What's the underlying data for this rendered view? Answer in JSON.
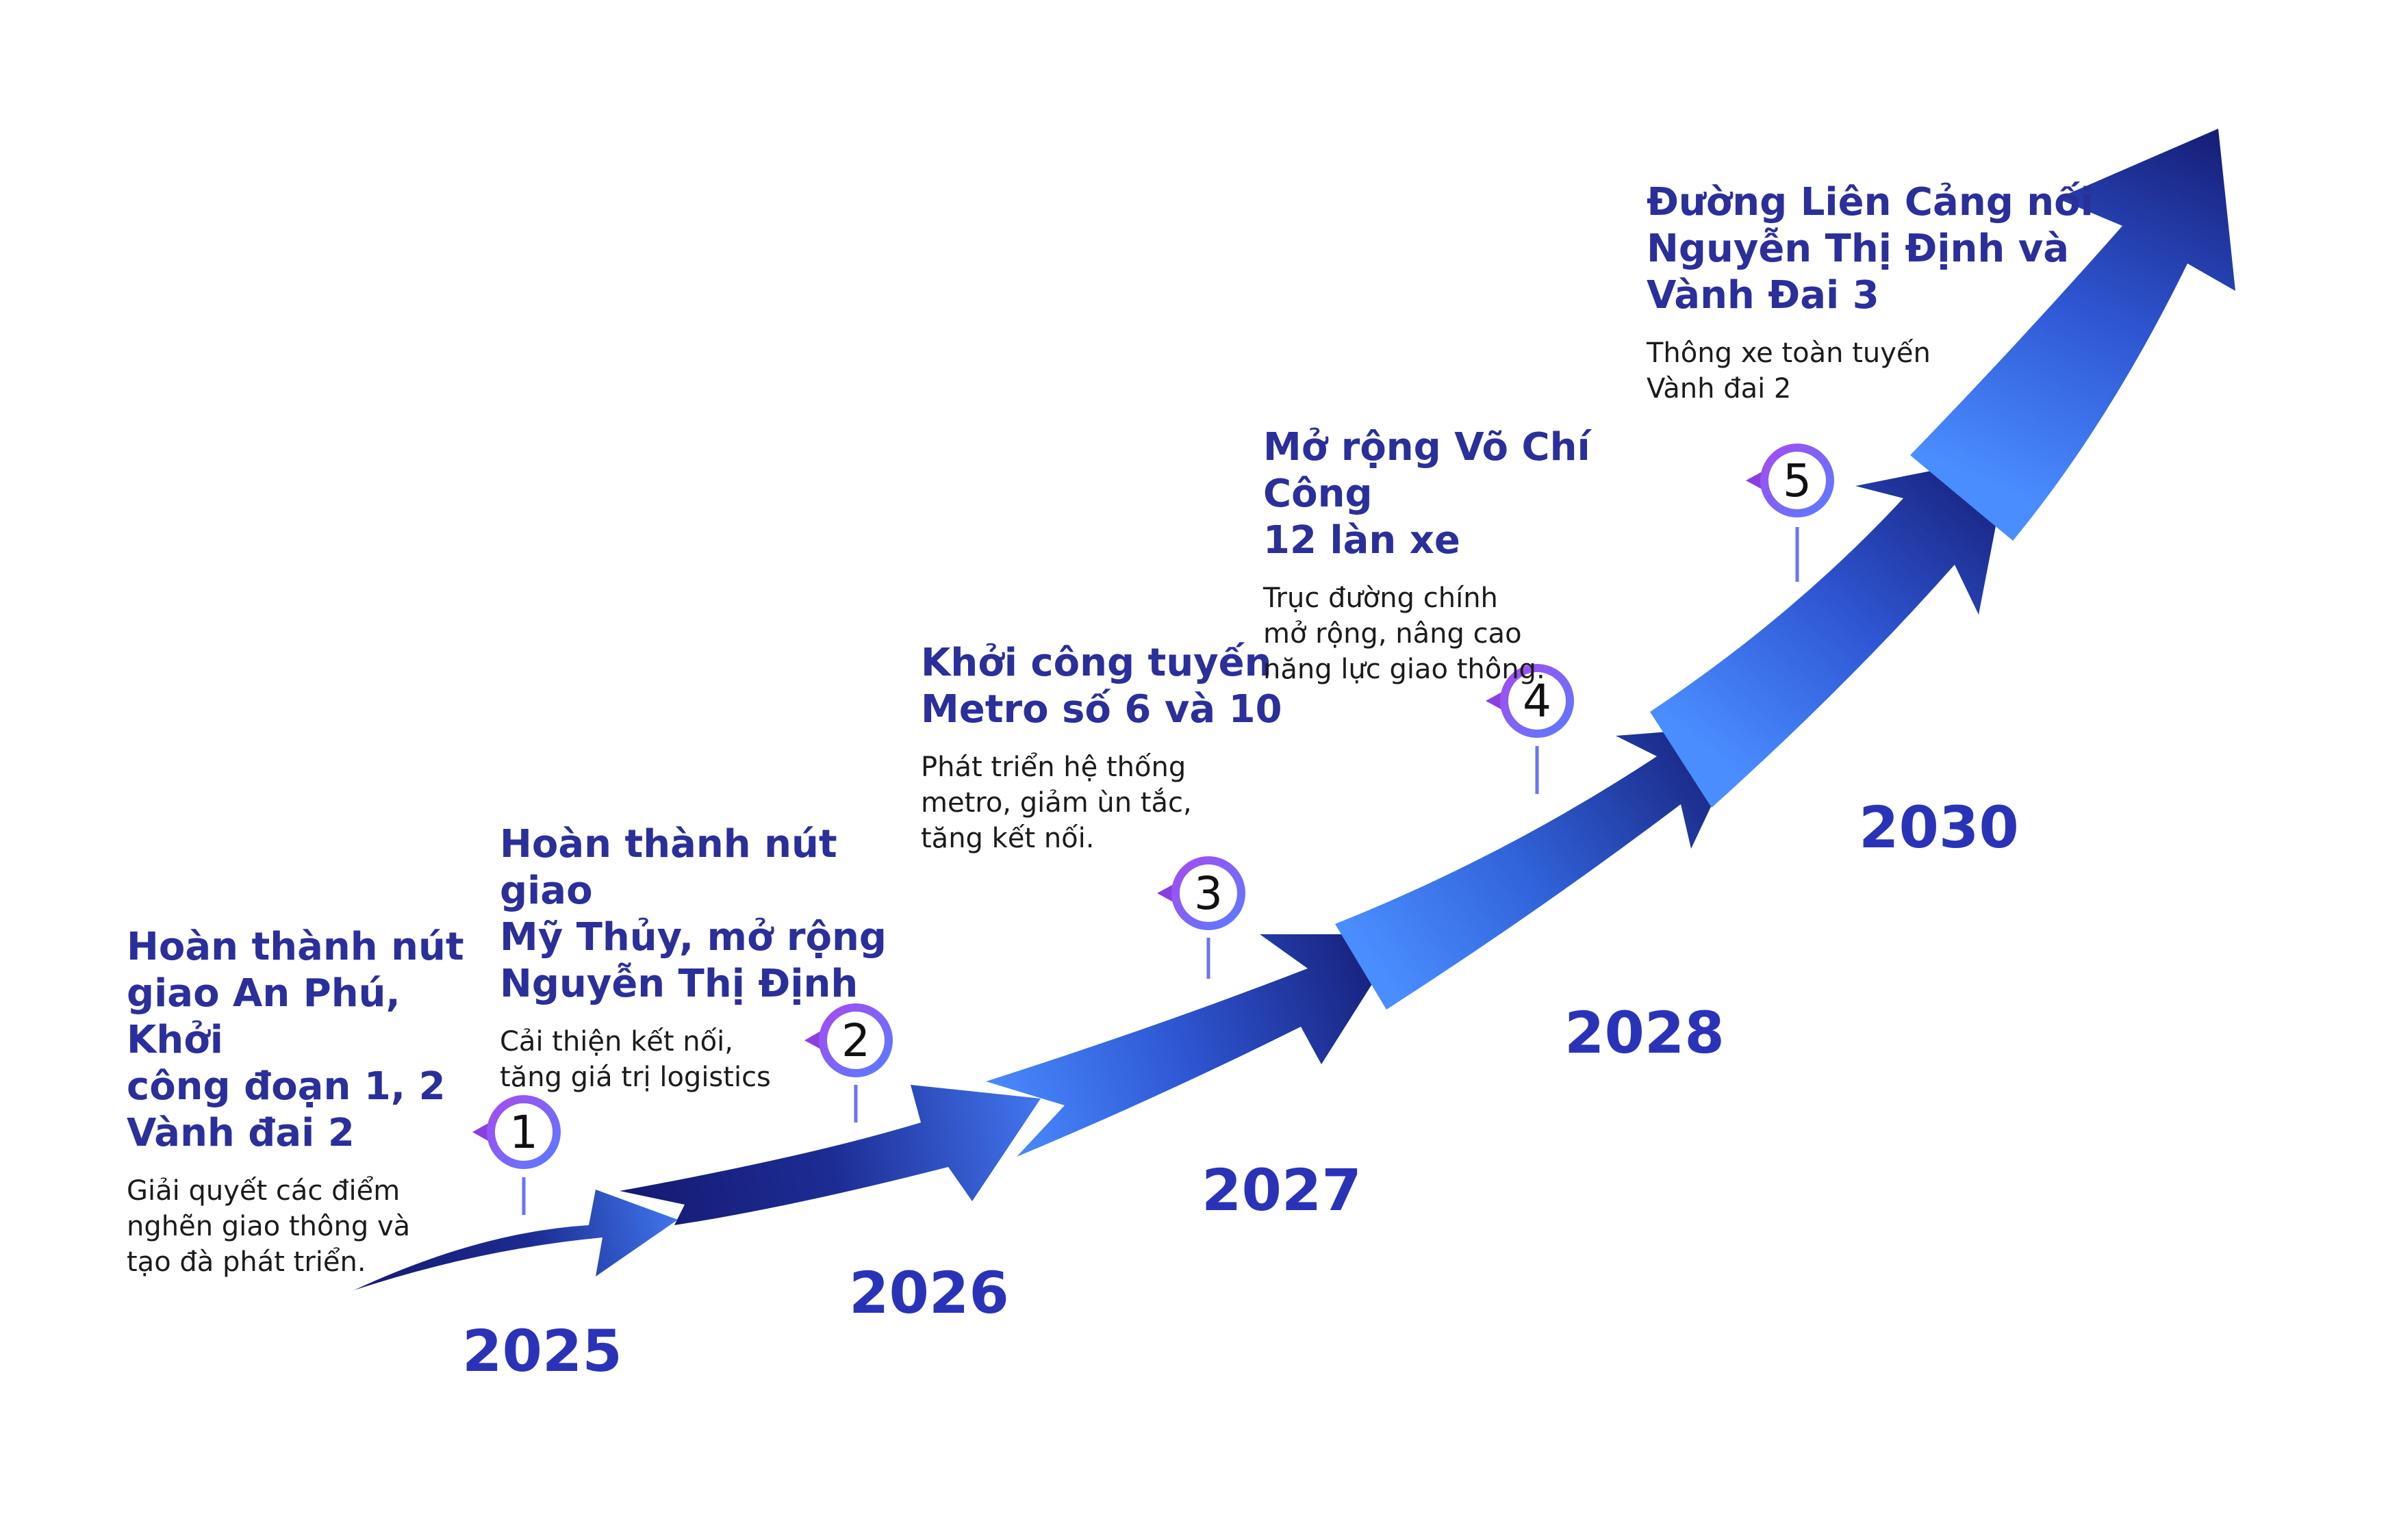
{
  "colors": {
    "dark": "#151a72",
    "mid": "#2f4fd0",
    "light": "#4a8dff",
    "title": "#2b2f9a",
    "year": "#2a33b8"
  },
  "milestones": [
    {
      "number": "1",
      "year": "2025",
      "title": [
        "Hoàn thành nút",
        "giao An Phú, Khởi",
        "công đoạn 1, 2",
        "Vành đai 2"
      ],
      "desc": [
        "Giải quyết các điểm",
        "nghẽn giao thông và",
        "tạo đà phát triển."
      ]
    },
    {
      "number": "2",
      "year": "2026",
      "title": [
        "Hoàn thành nút giao",
        "Mỹ Thủy, mở rộng",
        "Nguyễn Thị Định"
      ],
      "desc": [
        "Cải thiện kết nối,",
        "tăng giá trị logistics"
      ]
    },
    {
      "number": "3",
      "year": "2027",
      "title": [
        "Khởi công tuyến",
        "Metro số 6 và 10"
      ],
      "desc": [
        "Phát triển hệ thống",
        "metro, giảm ùn tắc,",
        "tăng kết nối."
      ]
    },
    {
      "number": "4",
      "year": "2028",
      "title": [
        "Mở rộng Võ Chí Công",
        "12 làn xe"
      ],
      "desc": [
        "Trục đường chính",
        "mở rộng, nâng cao",
        "năng lực giao thông."
      ]
    },
    {
      "number": "5",
      "year": "2030",
      "title": [
        "Đường Liên Cảng nối",
        "Nguyễn Thị Định và",
        "Vành Đai 3"
      ],
      "desc": [
        "Thông xe toàn tuyến",
        "Vành đai 2"
      ]
    }
  ]
}
